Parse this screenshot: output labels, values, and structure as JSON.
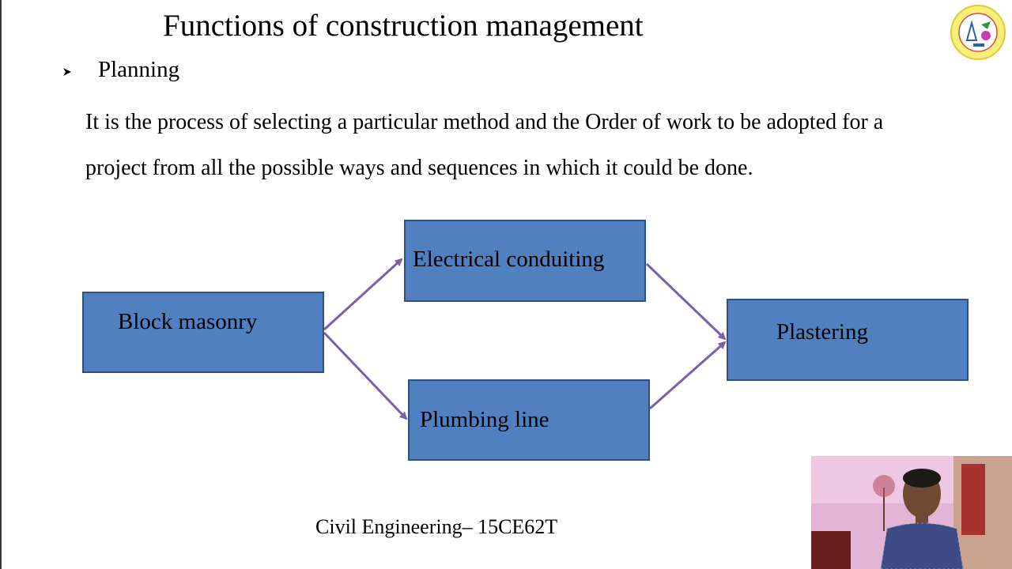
{
  "slide": {
    "title": "Functions of construction management",
    "bullet": "Planning",
    "paragraph_lines": [
      "It is the process of selecting a particular method and the Order of work to be adopted for a",
      "project from all the possible ways and sequences in which it could be done."
    ],
    "footer": "Civil Engineering– 15CE62T"
  },
  "diagram": {
    "nodes": {
      "block_masonry": "Block masonry",
      "electrical_conduiting": "Electrical conduiting",
      "plumbing_line": "Plumbing line",
      "plastering": "Plastering"
    },
    "edges": [
      [
        "block_masonry",
        "electrical_conduiting"
      ],
      [
        "block_masonry",
        "plumbing_line"
      ],
      [
        "electrical_conduiting",
        "plastering"
      ],
      [
        "plumbing_line",
        "plastering"
      ]
    ]
  },
  "colors": {
    "box_fill": "#5080bf",
    "box_border": "#2f4f7f",
    "arrow": "#7b5fa8"
  },
  "icons": {
    "bullet": "arrowhead-bullet-icon",
    "logo": "institution-seal-logo",
    "webcam": "presenter-video-thumbnail"
  }
}
